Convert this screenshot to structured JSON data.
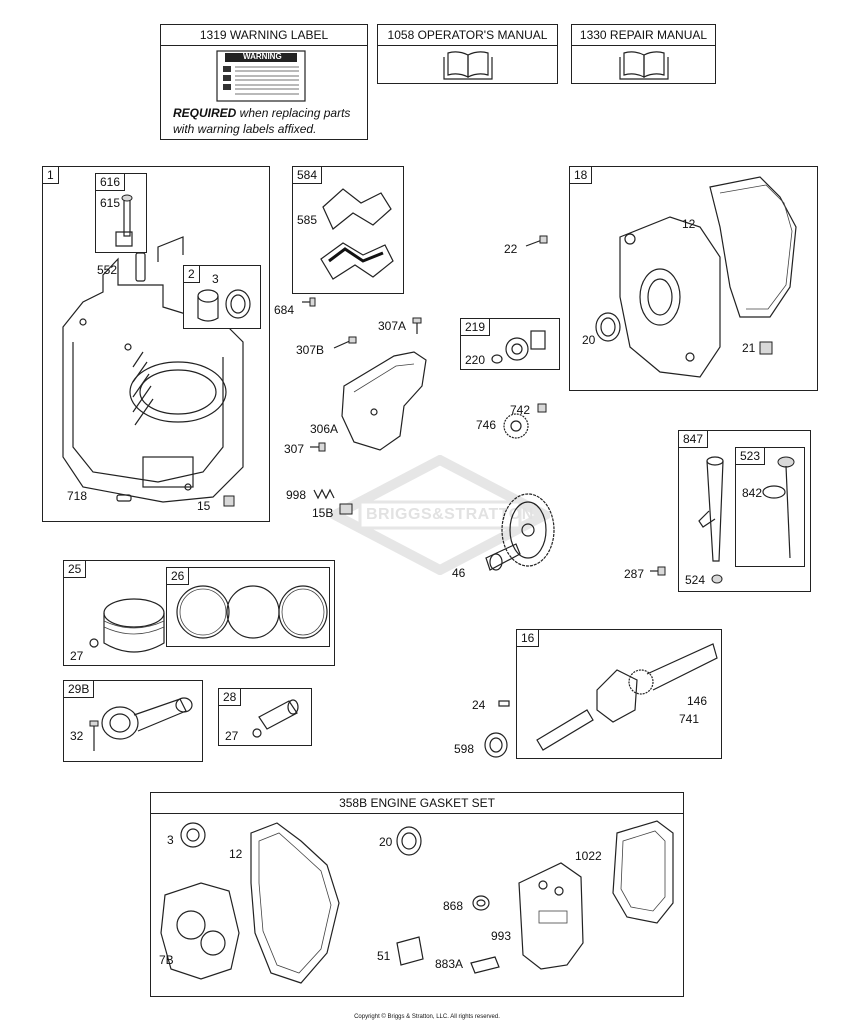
{
  "header": {
    "warning_label": {
      "title": "1319 WARNING LABEL",
      "sticker": "WARNING",
      "required_bold": "REQUIRED",
      "required_rest": " when replacing parts",
      "required_line2": "with warning labels affixed."
    },
    "operators_manual": "1058 OPERATOR'S MANUAL",
    "repair_manual": "1330 REPAIR MANUAL"
  },
  "groups": {
    "g1": "1",
    "g616": "616",
    "g2": "2",
    "g584": "584",
    "g219": "219",
    "g18": "18",
    "g847": "847",
    "g523": "523",
    "g25": "25",
    "g26": "26",
    "g29b": "29B",
    "g28": "28",
    "g16": "16"
  },
  "parts": {
    "p615": "615",
    "p552": "552",
    "p3a": "3",
    "p718": "718",
    "p15a": "15",
    "p585": "585",
    "p684": "684",
    "p307a": "307A",
    "p307b": "307B",
    "p306a": "306A",
    "p307": "307",
    "p998": "998",
    "p15b": "15B",
    "p22": "22",
    "p220": "220",
    "p742": "742",
    "p746": "746",
    "p46": "46",
    "p12a": "12",
    "p20a": "20",
    "p21": "21",
    "p842": "842",
    "p287": "287",
    "p524": "524",
    "p27a": "27",
    "p32": "32",
    "p27b": "27",
    "p24": "24",
    "p598": "598",
    "p146": "146",
    "p741": "741"
  },
  "gasket_set": {
    "title": "358B ENGINE GASKET SET",
    "p3": "3",
    "p12": "12",
    "p20": "20",
    "p1022": "1022",
    "p868": "868",
    "p993": "993",
    "p7b": "7B",
    "p51": "51",
    "p883a": "883A"
  },
  "watermark": "BRIGGS&STRATTON",
  "copyright": "Copyright © Briggs & Stratton, LLC. All rights reserved."
}
